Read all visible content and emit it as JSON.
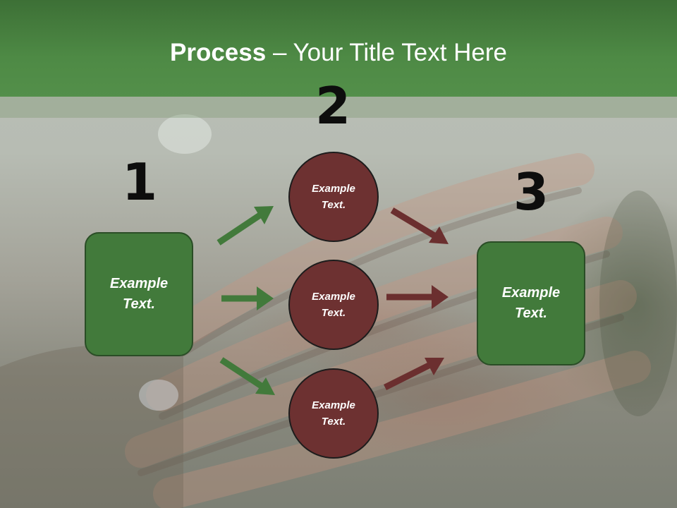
{
  "title": {
    "bold": "Process",
    "rest": " – Your Title Text Here"
  },
  "steps": {
    "one": "1",
    "two": "2",
    "three": "3"
  },
  "nodes": {
    "left_box": "Example Text.",
    "circle_top": "Example Text.",
    "circle_middle": "Example Text.",
    "circle_bottom": "Example Text.",
    "right_box": "Example Text."
  },
  "colors": {
    "band": "#4e8a45",
    "box_fill": "#427a3b",
    "circle_fill": "#6d3131",
    "green_arrow": "#427a3b",
    "red_arrow": "#6b2f2f"
  }
}
